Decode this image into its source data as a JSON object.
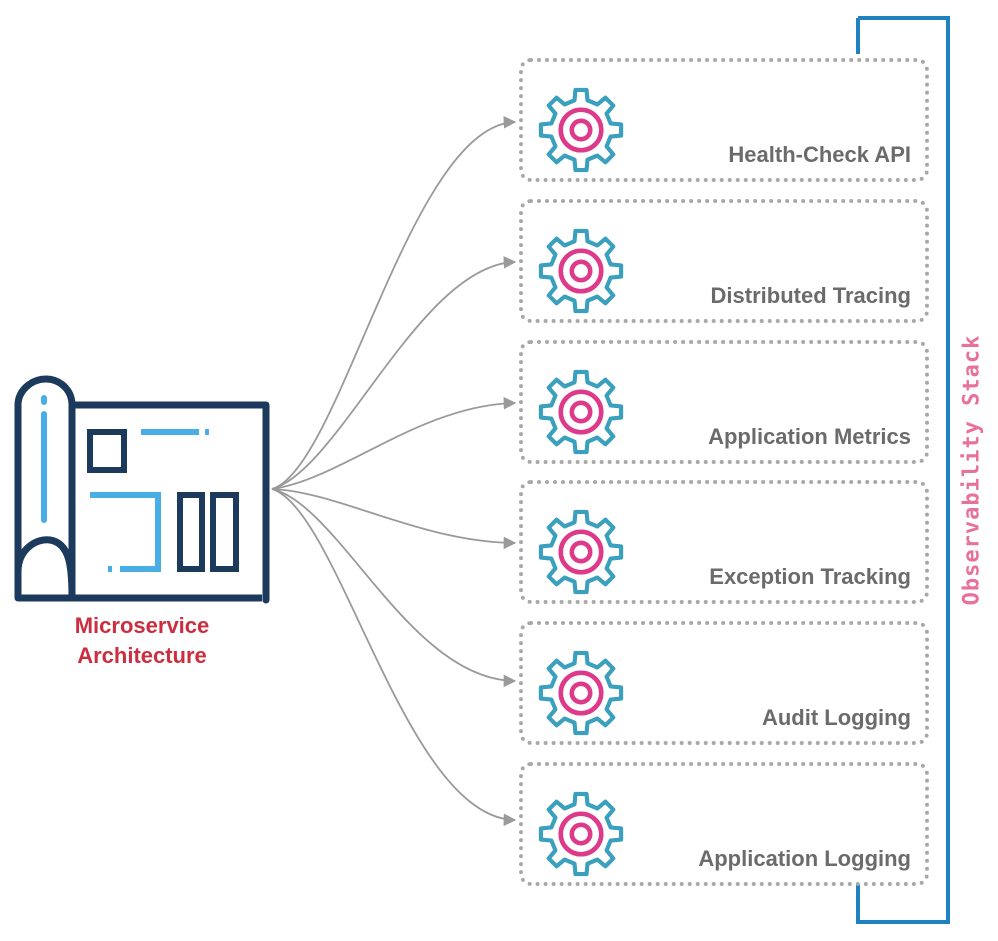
{
  "source": {
    "icon": "blueprint-icon",
    "label_line1": "Microservice",
    "label_line2": "Architecture"
  },
  "stack": {
    "title": "Observability Stack",
    "items": [
      {
        "label": "Health-Check API",
        "icon": "gear-icon"
      },
      {
        "label": "Distributed Tracing",
        "icon": "gear-icon"
      },
      {
        "label": "Application Metrics",
        "icon": "gear-icon"
      },
      {
        "label": "Exception Tracking",
        "icon": "gear-icon"
      },
      {
        "label": "Audit Logging",
        "icon": "gear-icon"
      },
      {
        "label": "Application Logging",
        "icon": "gear-icon"
      }
    ]
  },
  "colors": {
    "label_red": "#cc2e3f",
    "stack_title_pink": "#e8719c",
    "bracket_blue": "#1f82bf",
    "icon_navy": "#1c3a5c",
    "icon_light_blue": "#4aaee6",
    "gear_teal": "#3b9fbe",
    "gear_magenta": "#dd3a8a",
    "arrow_gray": "#9a9a9a",
    "box_border": "#a8a8a8",
    "box_text": "#6b6b6b"
  }
}
